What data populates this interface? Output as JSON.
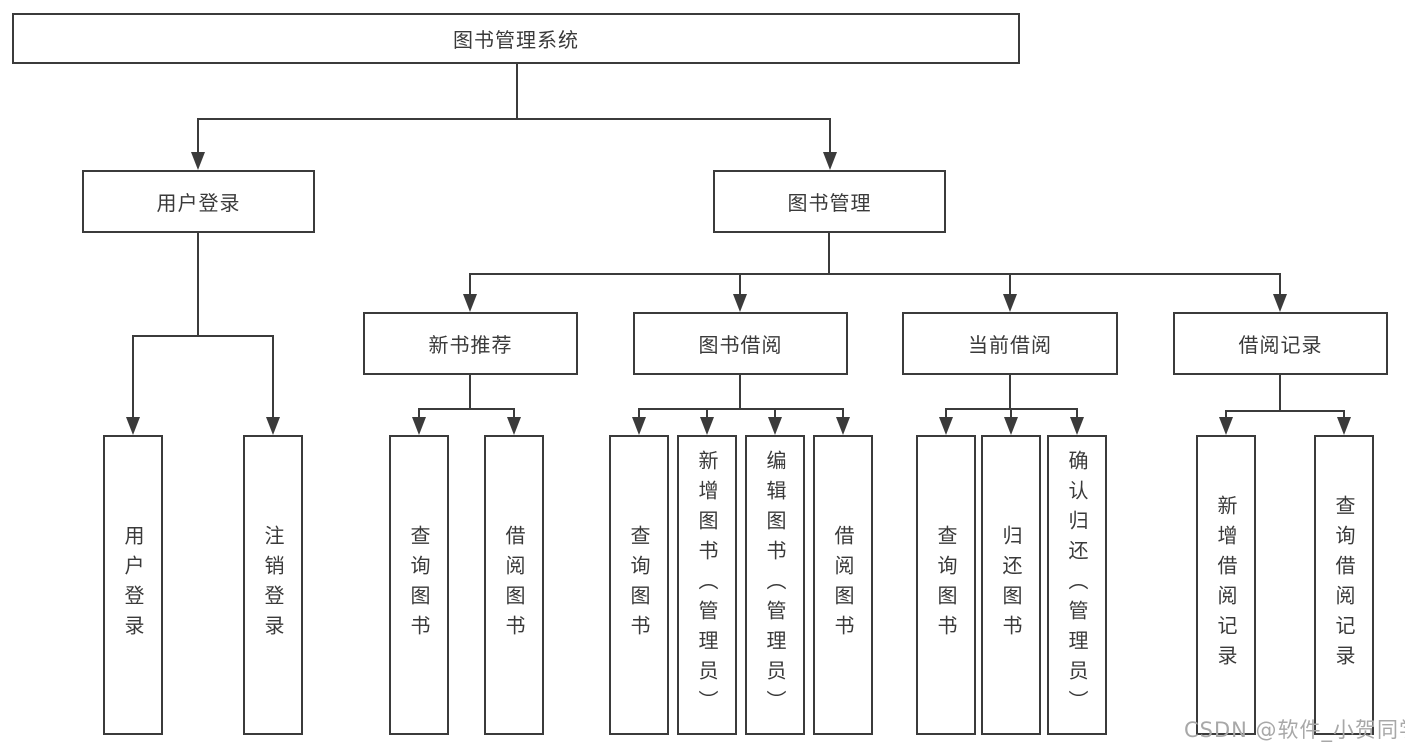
{
  "tree": {
    "root": "图书管理系统",
    "branches": [
      {
        "label": "用户登录",
        "leaves": [
          "用户登录",
          "注销登录"
        ]
      },
      {
        "label": "图书管理",
        "groups": [
          {
            "label": "新书推荐",
            "leaves": [
              "查询图书",
              "借阅图书"
            ]
          },
          {
            "label": "图书借阅",
            "leaves": [
              "查询图书",
              "新增图书（管理员）",
              "编辑图书（管理员）",
              "借阅图书"
            ]
          },
          {
            "label": "当前借阅",
            "leaves": [
              "查询图书",
              "归还图书",
              "确认归还（管理员）"
            ]
          },
          {
            "label": "借阅记录",
            "leaves": [
              "新增借阅记录",
              "查询借阅记录"
            ]
          }
        ]
      }
    ]
  },
  "watermark": "CSDN @软件_小贺同学",
  "colors": {
    "line": "#3b3b3b",
    "text": "#3a3a3a",
    "background": "#ffffff",
    "watermark": "#a8a8a8"
  }
}
